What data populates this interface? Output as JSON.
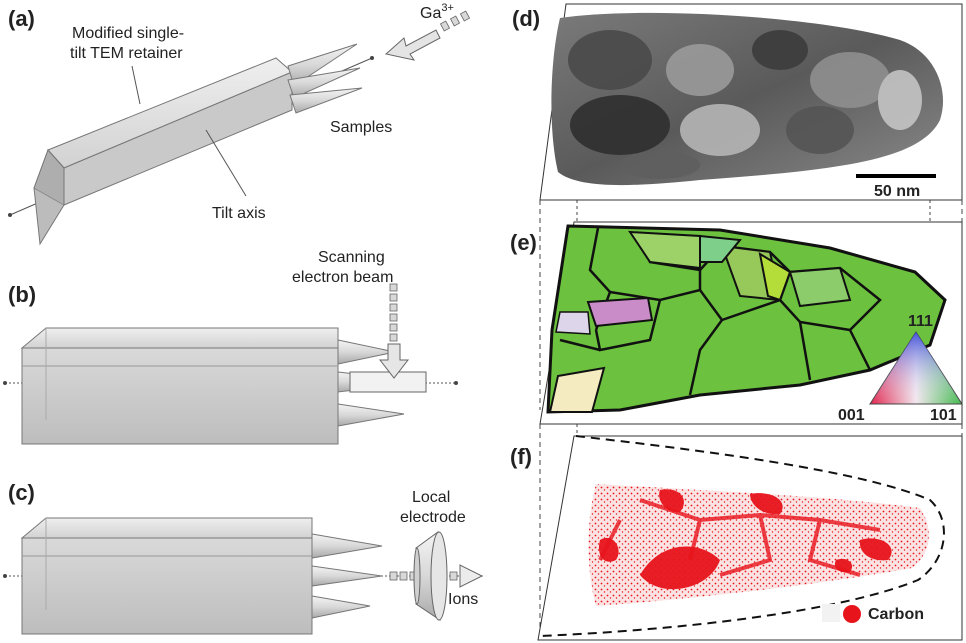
{
  "panels": {
    "a": "(a)",
    "b": "(b)",
    "c": "(c)",
    "d": "(d)",
    "e": "(e)",
    "f": "(f)"
  },
  "panel_a": {
    "retainer_line1": "Modified single-",
    "retainer_line2": "tilt TEM retainer",
    "ion": "Ga",
    "ion_charge": "3+",
    "samples": "Samples",
    "tilt_axis": "Tilt axis"
  },
  "panel_b": {
    "beam_line1": "Scanning",
    "beam_line2": "electron beam"
  },
  "panel_c": {
    "electrode_line1": "Local",
    "electrode_line2": "electrode",
    "ions": "Ions"
  },
  "panel_d": {
    "scale_bar": "50 nm"
  },
  "panel_e": {
    "corner_111": "111",
    "corner_001": "001",
    "corner_101": "101"
  },
  "panel_f": {
    "legend": "Carbon"
  },
  "colors": {
    "carbon": "#e8141c",
    "retainer_face": "#d6d6d6",
    "retainer_dark": "#b9b9b9",
    "grain_green": "#6cc13f"
  }
}
